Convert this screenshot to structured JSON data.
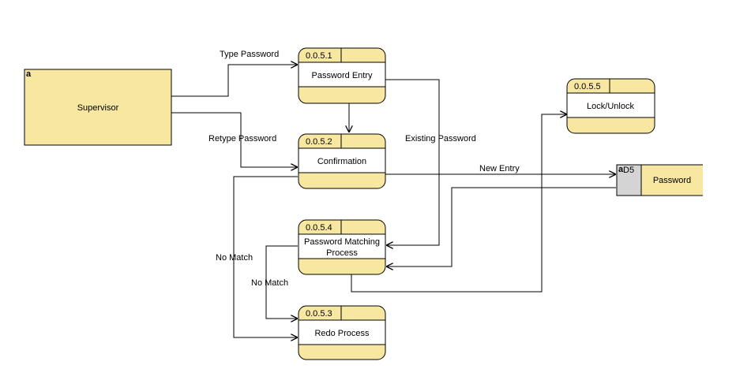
{
  "colors": {
    "fill": "#f7e7a1",
    "stroke": "#000000",
    "store_id_fill": "#d4d4d4",
    "line": "#000000",
    "background": "#ffffff"
  },
  "entity": {
    "marker": "a",
    "label": "Supervisor"
  },
  "processes": {
    "p1": {
      "id": "0.0.5.1",
      "label": "Password Entry"
    },
    "p2": {
      "id": "0.0.5.2",
      "label": "Confirmation"
    },
    "p3": {
      "id": "0.0.5.3",
      "label": "Redo Process"
    },
    "p4": {
      "id": "0.0.5.4",
      "label_line1": "Password Matching",
      "label_line2": "Process"
    },
    "p5": {
      "id": "0.0.5.5",
      "label": "Lock/Unlock"
    }
  },
  "store": {
    "marker": "a",
    "id": "D5",
    "label": "Password"
  },
  "flows": {
    "type_password": "Type Password",
    "retype_password": "Retype Password",
    "existing_password": "Existing Password",
    "new_entry": "New Entry",
    "no_match_outer": "No Match",
    "no_match_inner": "No Match"
  }
}
